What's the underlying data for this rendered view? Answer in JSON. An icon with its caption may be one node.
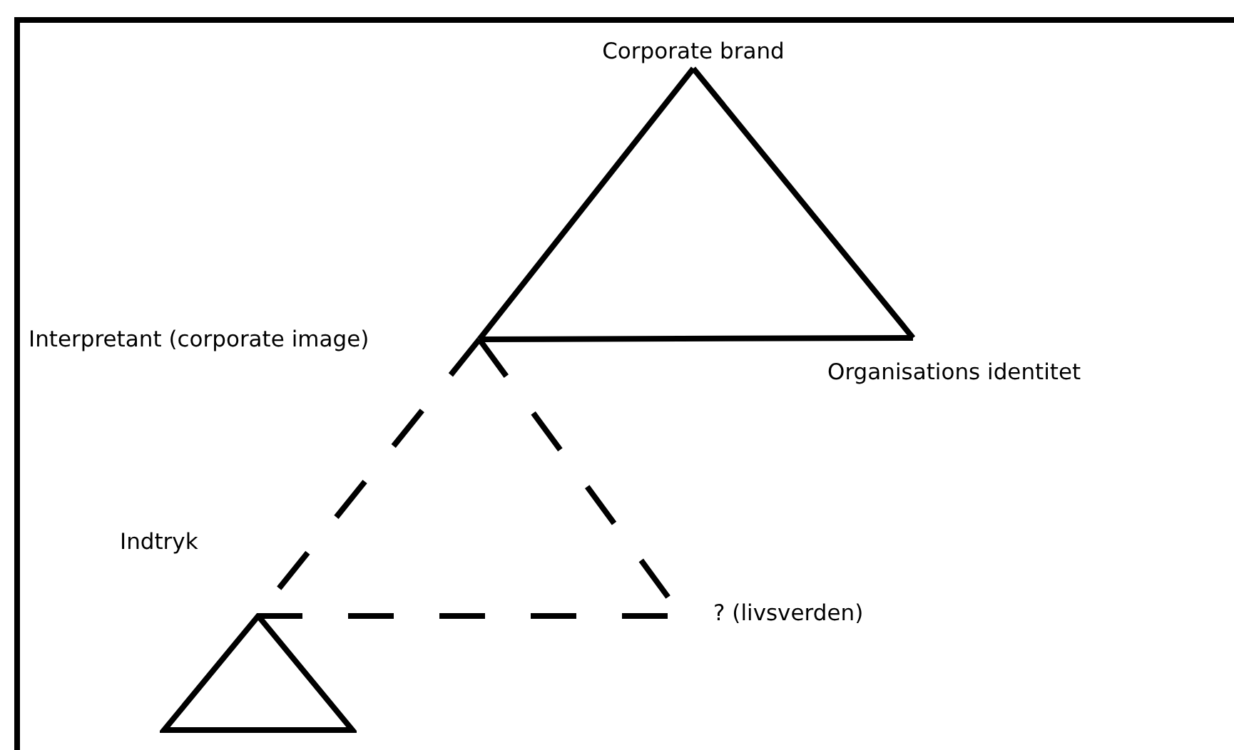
{
  "diagram": {
    "nodes": [
      {
        "text": [
          "Corporate brand"
        ]
      },
      {
        "text": [
          "Interpretant (corporate image)"
        ]
      },
      {
        "text": [
          "Organisations identitet"
        ]
      },
      {
        "text": [
          "Indtryk"
        ]
      },
      {
        "text": [
          "? (livsverden)"
        ]
      }
    ],
    "edges": [
      {
        "from": 0,
        "to": 1,
        "arrow": "none"
      },
      {
        "from": 0,
        "to": 2,
        "arrow": "none"
      },
      {
        "from": 1,
        "to": 2,
        "arrow": "none"
      },
      {
        "from": 1,
        "to": 3,
        "arrow": "none",
        "style": "dashed"
      },
      {
        "from": 1,
        "to": 4,
        "arrow": "none",
        "style": "dashed"
      },
      {
        "from": 3,
        "to": 4,
        "arrow": "none",
        "style": "dashed"
      }
    ]
  }
}
